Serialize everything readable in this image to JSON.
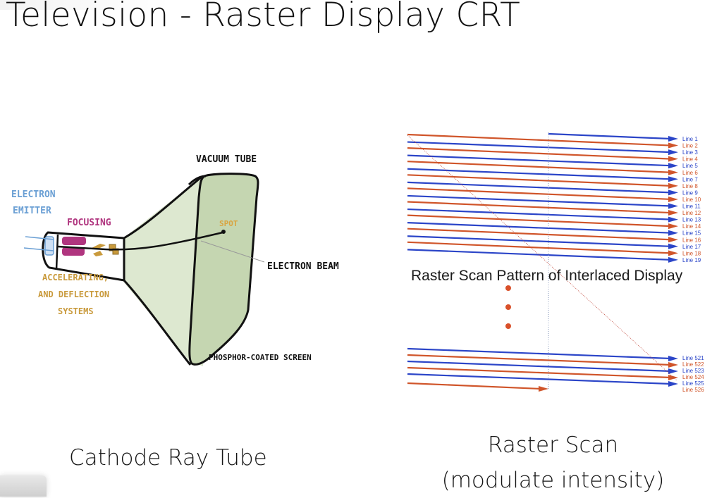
{
  "slide": {
    "title": "Television - Raster Display CRT"
  },
  "crt_diagram": {
    "labels": {
      "electron_emitter_1": "ELECTRON",
      "electron_emitter_2": "EMITTER",
      "focusing": "FOCUSING",
      "accelerating_1": "ACCELERATING,",
      "accelerating_2": "AND DEFLECTION",
      "accelerating_3": "SYSTEMS",
      "vacuum_tube": "VACUUM TUBE",
      "spot": "SPOT",
      "electron_beam": "ELECTRON BEAM",
      "phosphor_screen": "PHOSPHOR-COATED SCREEN"
    },
    "colors": {
      "emitter": "#6a9fd4",
      "focusing": "#b0357f",
      "accelerating": "#c99a3c",
      "spot": "#d9a440",
      "tube_fill": "#c9d9b8",
      "outline": "#111111"
    },
    "caption": "Cathode Ray Tube"
  },
  "raster_diagram": {
    "pattern_label": "Raster Scan Pattern of Interlaced Display",
    "colors": {
      "odd_field": "#2b45c8",
      "even_field": "#d0552a",
      "dots": "#d9502a"
    },
    "top_lines": [
      "Line 1",
      "Line 2",
      "Line 3",
      "Line 4",
      "Line 5",
      "Line 6",
      "Line 7",
      "Line 8",
      "Line 9",
      "Line 10",
      "Line 11",
      "Line 12",
      "Line 13",
      "Line 14",
      "Line 15",
      "Line 16",
      "Line 17",
      "Line 18",
      "Line 19"
    ],
    "bottom_lines": [
      "Line 521",
      "Line 522",
      "Line 523",
      "Line 524",
      "Line 525",
      "Line 526"
    ],
    "caption_line1": "Raster Scan",
    "caption_line2": "(modulate intensity)"
  }
}
